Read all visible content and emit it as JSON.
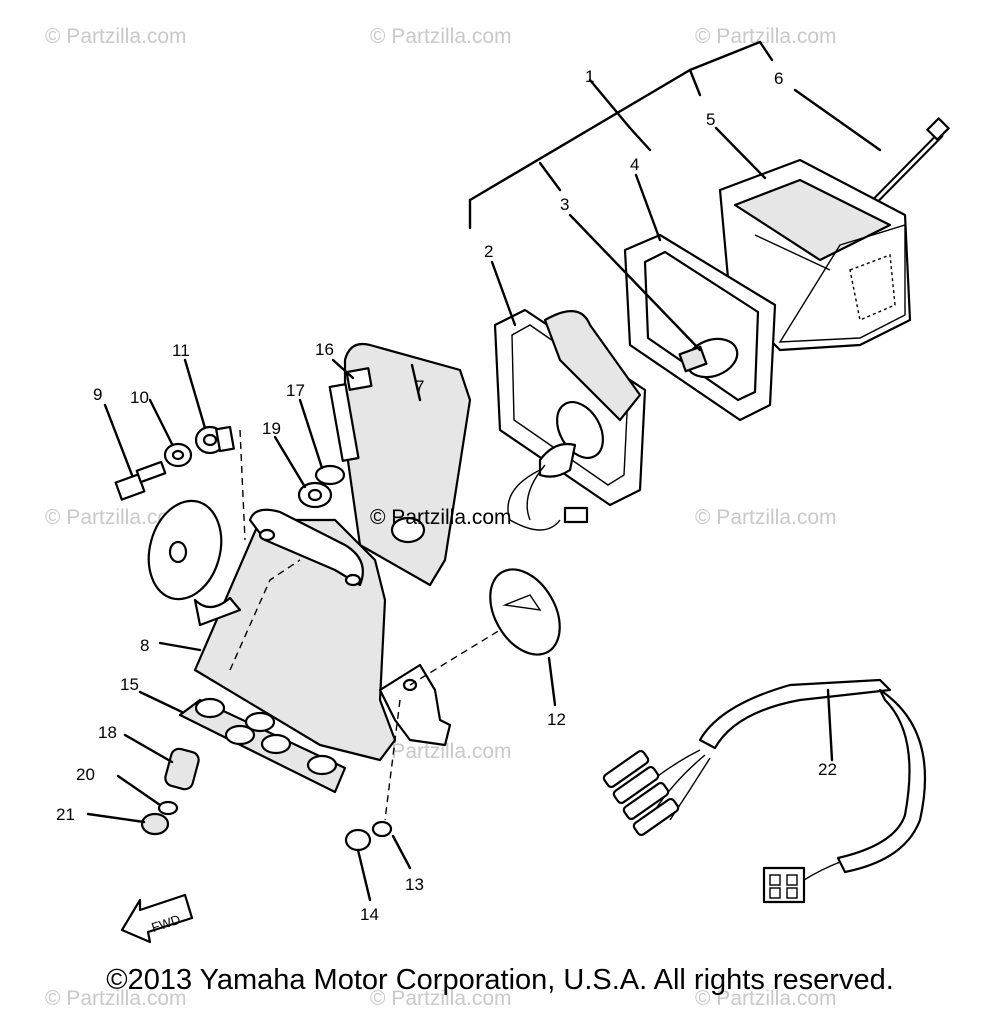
{
  "watermarks": [
    "© Partzilla.com",
    "© Partzilla.com",
    "© Partzilla.com",
    "© Partzilla.com",
    "© Partzilla.com",
    "© Partzilla.com",
    "© Partzilla.com",
    "© Partzilla.com",
    "© Partzilla.com"
  ],
  "center_watermark": "© Partzilla.com",
  "callouts": [
    "1",
    "2",
    "3",
    "4",
    "5",
    "6",
    "7",
    "8",
    "9",
    "10",
    "11",
    "12",
    "13",
    "14",
    "15",
    "16",
    "17",
    "18",
    "19",
    "20",
    "21",
    "22"
  ],
  "fwd_label": "FWD",
  "copyright": "©2013 Yamaha Motor Corporation, U.S.A. All rights reserved."
}
